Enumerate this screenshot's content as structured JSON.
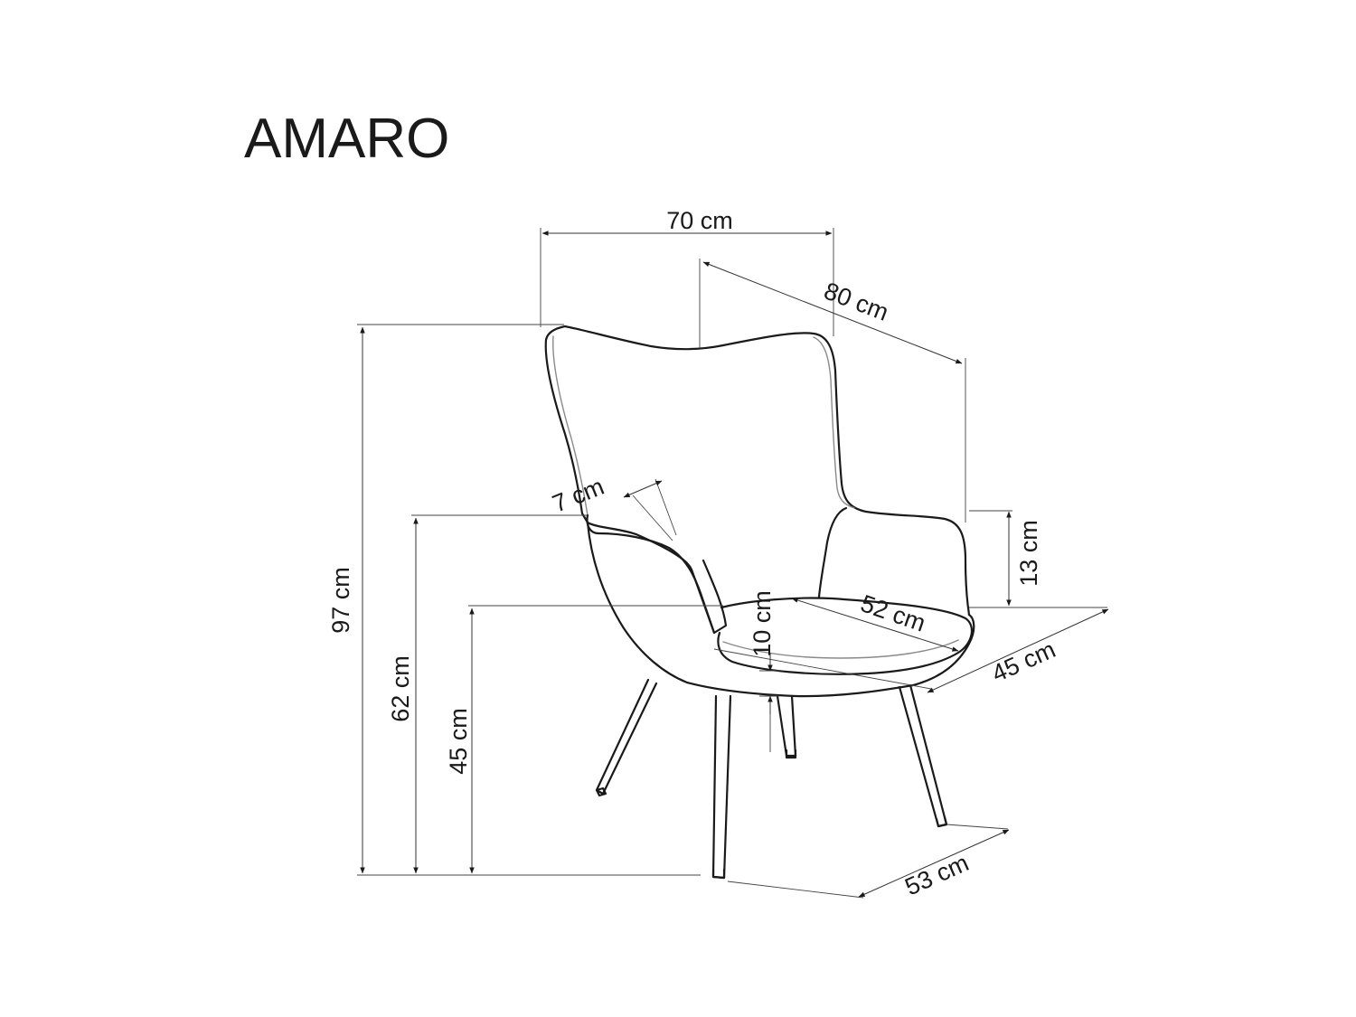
{
  "product": {
    "name": "AMARO"
  },
  "dimensions": {
    "width": "70 cm",
    "depth": "80 cm",
    "height_total": "97 cm",
    "height_armrest": "62 cm",
    "height_seat": "45 cm",
    "armrest_width": "7 cm",
    "armrest_height": "13 cm",
    "seat_depth": "52 cm",
    "seat_width": "45 cm",
    "seat_thickness": "10 cm",
    "leg_span": "53 cm"
  },
  "colors": {
    "line": "#1a1a1a",
    "background": "#ffffff"
  }
}
